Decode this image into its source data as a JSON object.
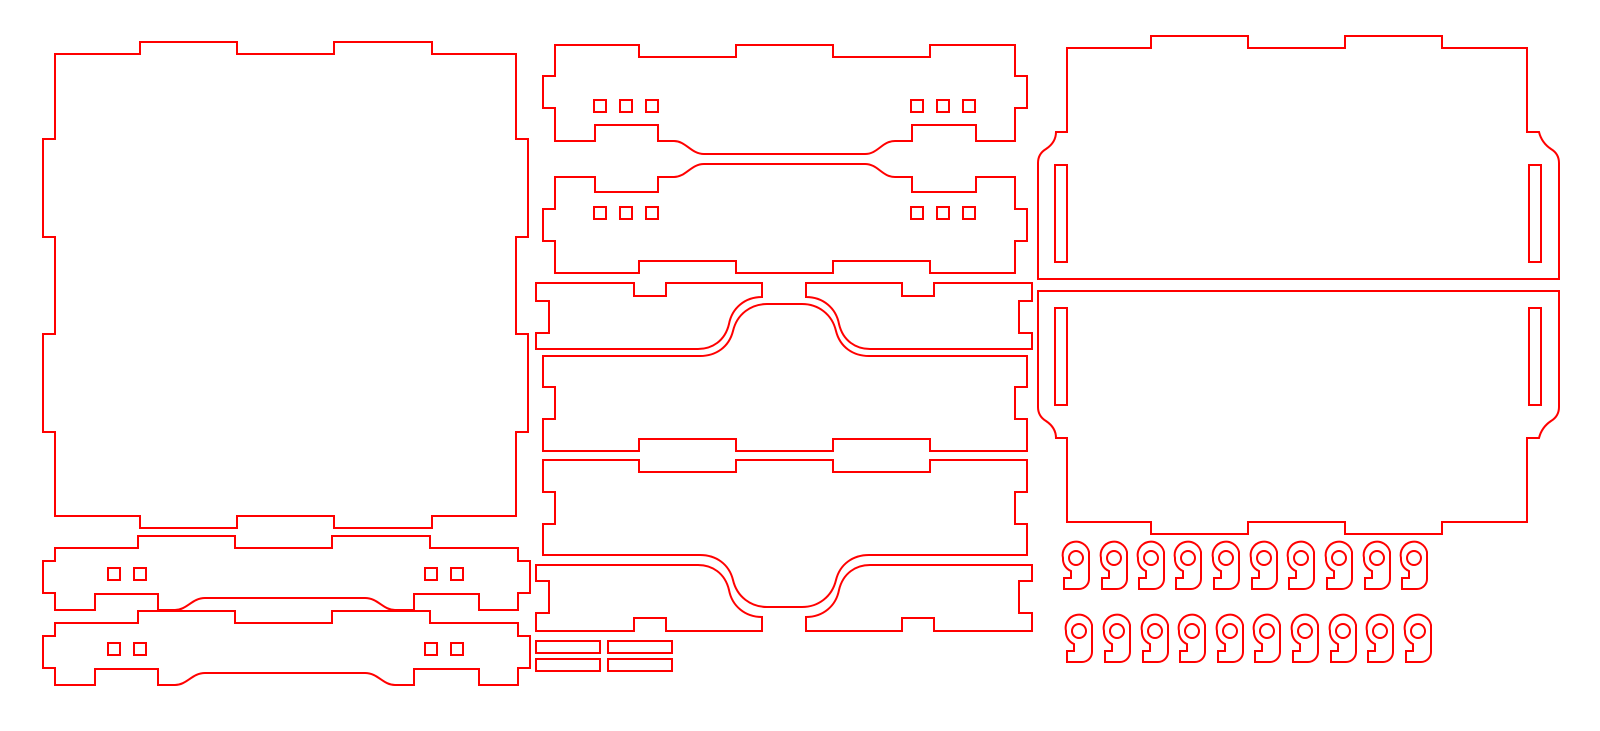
{
  "sheet": {
    "background": "#ffffff",
    "cut_color": "#ff0000"
  },
  "parts": [
    {
      "kind": "square-panel-with-finger-joints",
      "count": 1
    },
    {
      "kind": "long-side-panel-with-slots",
      "count": 4
    },
    {
      "kind": "curved-handle-panel",
      "count": 4
    },
    {
      "kind": "large-rounded-panel-with-slots",
      "count": 2
    },
    {
      "kind": "small-strip",
      "count": 4
    },
    {
      "kind": "hook-clip",
      "count": 20
    }
  ]
}
